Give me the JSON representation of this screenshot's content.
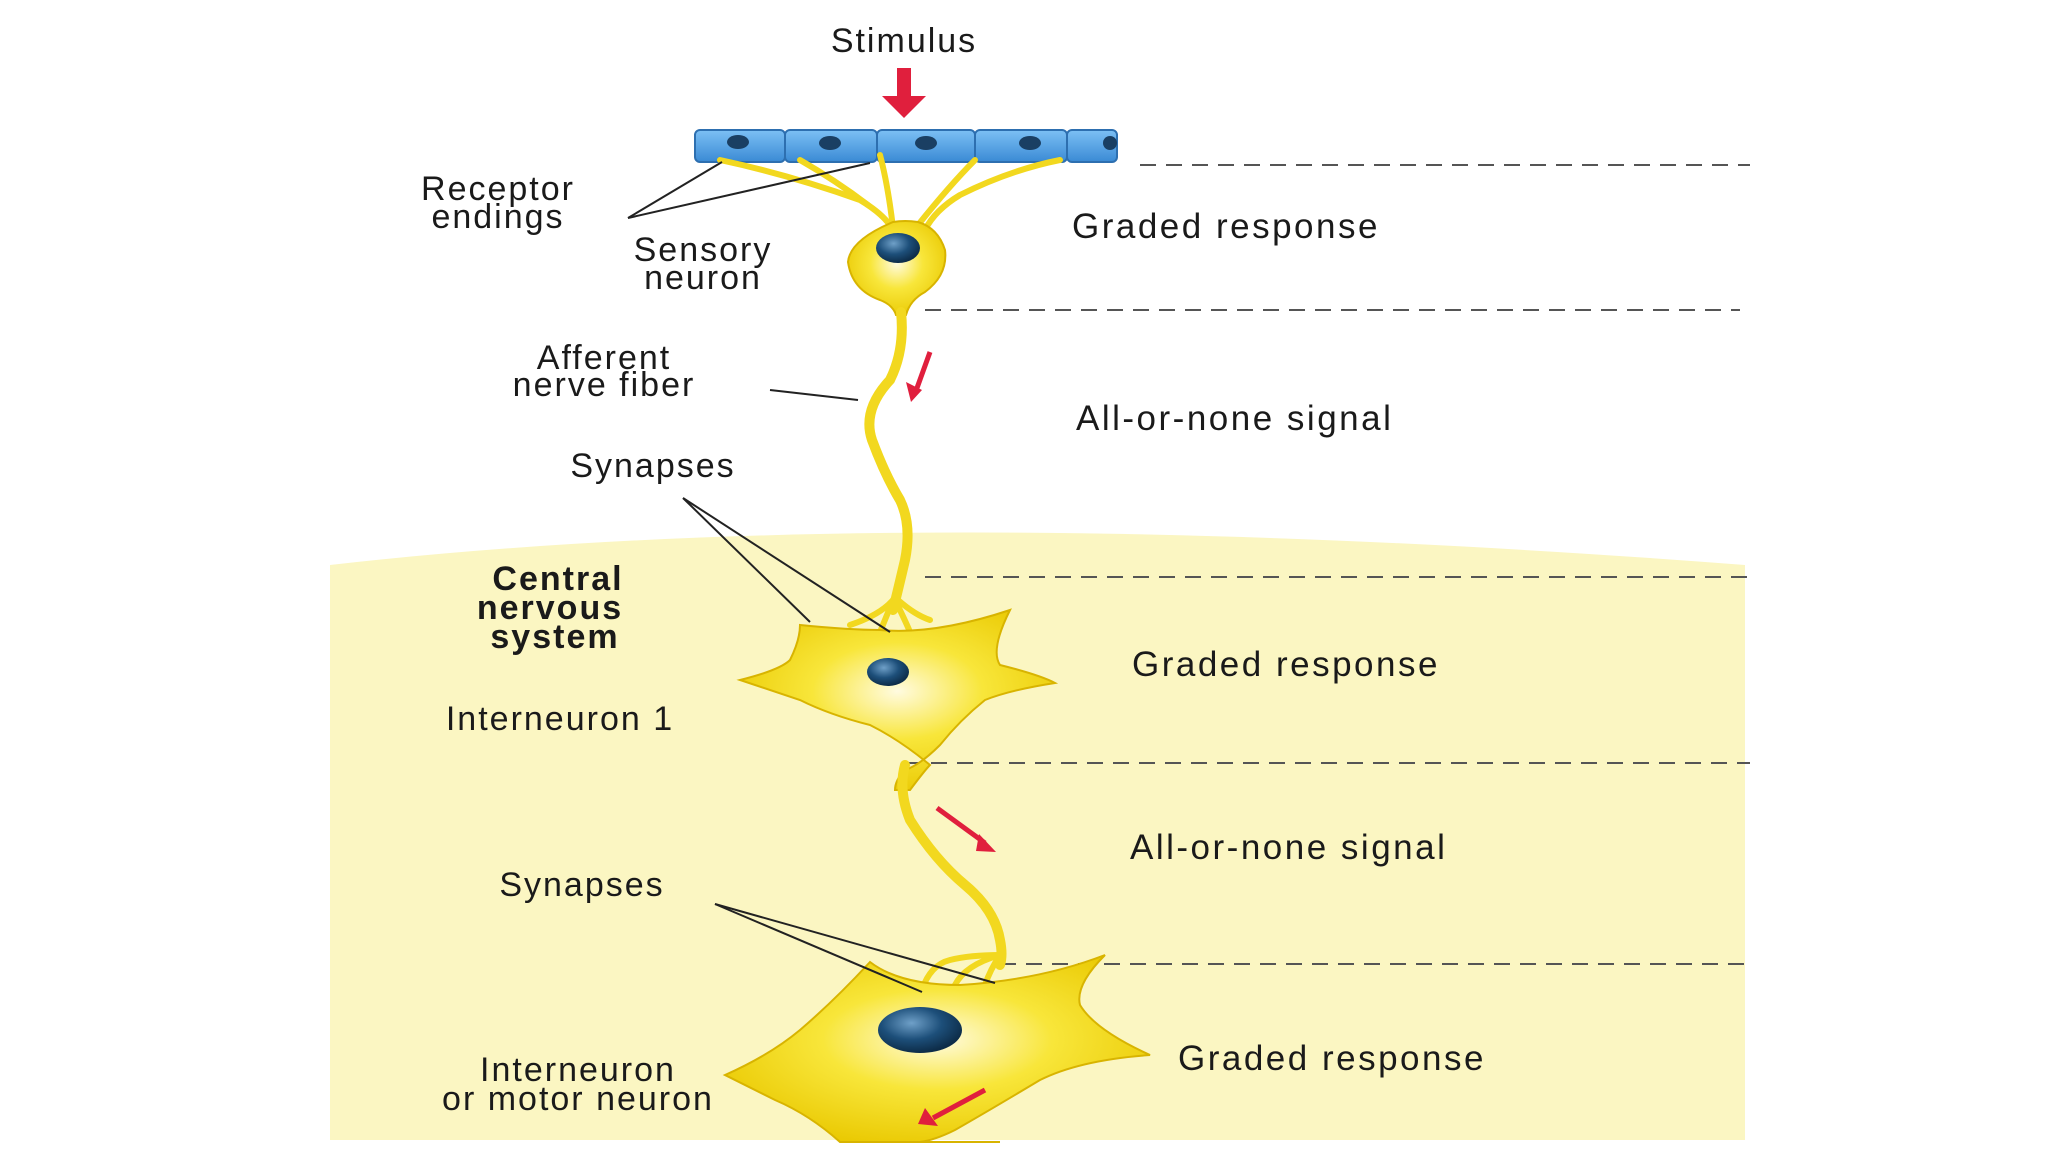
{
  "labels": {
    "stimulus": "Stimulus",
    "receptor_endings": [
      "Receptor",
      "endings"
    ],
    "sensory_neuron": [
      "Sensory",
      "neuron"
    ],
    "afferent_fiber": [
      "Afferent",
      "nerve fiber"
    ],
    "synapses_1": "Synapses",
    "cns": [
      "Central",
      "nervous",
      "system"
    ],
    "interneuron_1": "Interneuron 1",
    "synapses_2": "Synapses",
    "interneuron_motor": [
      "Interneuron",
      "or motor neuron"
    ]
  },
  "responses": [
    "Graded response",
    "All-or-none signal",
    "Graded response",
    "All-or-none signal",
    "Graded response"
  ],
  "colors": {
    "neuron": "#f7e12a",
    "neuron_edge": "#d8b400",
    "nucleus": "#1d4f7a",
    "receptor_cell": "#4f9fe0",
    "cns_region": "#fbf6c2",
    "arrow": "#e01f3d"
  }
}
